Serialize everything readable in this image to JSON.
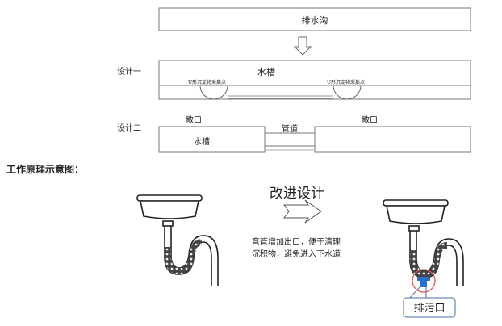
{
  "top": {
    "drain_label": "排水沟",
    "design1": {
      "label": "设计一",
      "sink_label": "水槽",
      "collect_left": "U形沉淀物采集点",
      "collect_right": "U形沉淀物采集点"
    },
    "design2": {
      "label": "设计二",
      "open_left": "敞口",
      "open_right": "敞口",
      "pipe_label": "管道",
      "sink_label": "水槽"
    }
  },
  "section_title": "工作原理示意图：",
  "bottom": {
    "improve_title": "改进设计",
    "desc_line1": "弯管增加出口，便于清理",
    "desc_line2": "沉积物，避免进入下水道",
    "outlet_label": "排污口"
  },
  "colors": {
    "outline": "#555555",
    "highlight_circle": "#d9534f",
    "valve": "#2a6fc9",
    "callout": "#4a6fa5"
  }
}
